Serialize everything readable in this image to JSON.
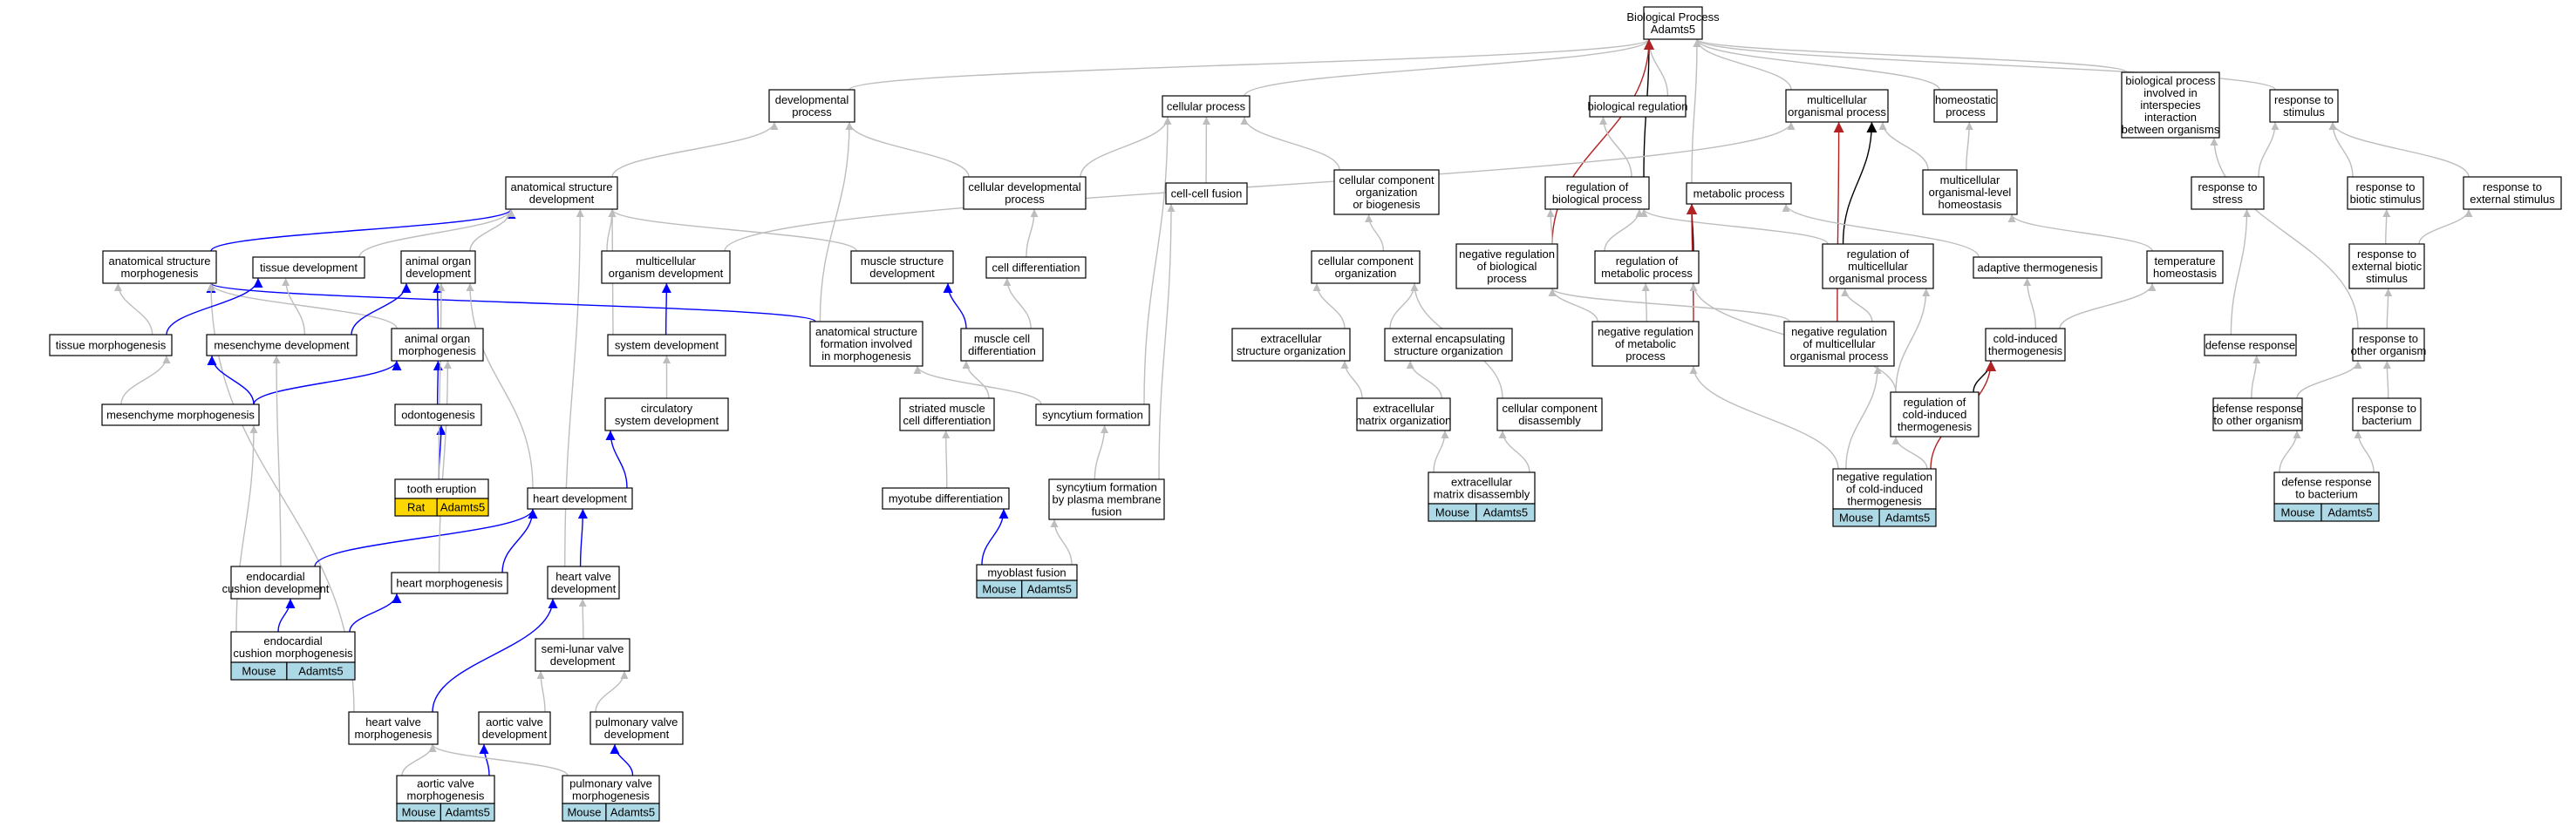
{
  "colors": {
    "gray": "#bdbdbd",
    "blue": "#0000ff",
    "black": "#000000",
    "red": "#b22222",
    "tag_mouse": "#add8e6",
    "tag_rat": "#ffd700"
  },
  "nodes": {
    "bp": {
      "lines": [
        "Biological Process",
        "Adamts5"
      ]
    },
    "devproc": {
      "lines": [
        "developmental",
        "process"
      ]
    },
    "cellproc": {
      "lines": [
        "cellular process"
      ]
    },
    "bioreg": {
      "lines": [
        "biological regulation"
      ]
    },
    "multproc": {
      "lines": [
        "multicellular",
        "organismal process"
      ]
    },
    "homeoproc": {
      "lines": [
        "homeostatic",
        "process"
      ]
    },
    "interspecies": {
      "lines": [
        "biological process",
        "involved in",
        "interspecies",
        "interaction",
        "between organisms"
      ]
    },
    "respstim": {
      "lines": [
        "response to",
        "stimulus"
      ]
    },
    "anatstruct": {
      "lines": [
        "anatomical structure",
        "development"
      ]
    },
    "celldevproc": {
      "lines": [
        "cellular developmental",
        "process"
      ]
    },
    "cellfusion": {
      "lines": [
        "cell-cell fusion"
      ]
    },
    "cco": {
      "lines": [
        "cellular component",
        "organization",
        "or biogenesis"
      ]
    },
    "regbio": {
      "lines": [
        "regulation of",
        "biological process"
      ]
    },
    "metproc": {
      "lines": [
        "metabolic process"
      ]
    },
    "multhomeo": {
      "lines": [
        "multicellular",
        "organismal-level",
        "homeostasis"
      ]
    },
    "respstress": {
      "lines": [
        "response to",
        "stress"
      ]
    },
    "respbio": {
      "lines": [
        "response to",
        "biotic stimulus"
      ]
    },
    "respext": {
      "lines": [
        "response to",
        "external stimulus"
      ]
    },
    "anatmorph": {
      "lines": [
        "anatomical structure",
        "morphogenesis"
      ]
    },
    "tissuedev": {
      "lines": [
        "tissue development"
      ]
    },
    "animalorgandev": {
      "lines": [
        "animal organ",
        "development"
      ]
    },
    "multorgdev": {
      "lines": [
        "multicellular",
        "organism development"
      ]
    },
    "musclestruct": {
      "lines": [
        "muscle structure",
        "development"
      ]
    },
    "celldiff": {
      "lines": [
        "cell differentiation"
      ]
    },
    "cco2": {
      "lines": [
        "cellular component",
        "organization"
      ]
    },
    "negregbio": {
      "lines": [
        "negative regulation",
        "of biological",
        "process"
      ]
    },
    "regmet": {
      "lines": [
        "regulation of",
        "metabolic process"
      ]
    },
    "regmult": {
      "lines": [
        "regulation of",
        "multicellular",
        "organismal process"
      ]
    },
    "adaptthermo": {
      "lines": [
        "adaptive thermogenesis"
      ]
    },
    "temphomeo": {
      "lines": [
        "temperature",
        "homeostasis"
      ]
    },
    "respextbio": {
      "lines": [
        "response to",
        "external biotic",
        "stimulus"
      ]
    },
    "tissuemorph": {
      "lines": [
        "tissue morphogenesis"
      ]
    },
    "mesdev": {
      "lines": [
        "mesenchyme development"
      ]
    },
    "animalorganmorph": {
      "lines": [
        "animal organ",
        "morphogenesis"
      ]
    },
    "sysdev": {
      "lines": [
        "system development"
      ]
    },
    "anatformation": {
      "lines": [
        "anatomical structure",
        "formation involved",
        "in morphogenesis"
      ]
    },
    "musclecelldiff": {
      "lines": [
        "muscle cell",
        "differentiation"
      ]
    },
    "extcellstruct": {
      "lines": [
        "extracellular",
        "structure organization"
      ]
    },
    "extencaps": {
      "lines": [
        "external encapsulating",
        "structure organization"
      ]
    },
    "negregmet": {
      "lines": [
        "negative regulation",
        "of metabolic",
        "process"
      ]
    },
    "negregmult": {
      "lines": [
        "negative regulation",
        "of multicellular",
        "organismal process"
      ]
    },
    "coldthermo": {
      "lines": [
        "cold-induced",
        "thermogenesis"
      ]
    },
    "defense": {
      "lines": [
        "defense response"
      ]
    },
    "respother": {
      "lines": [
        "response to",
        "other organism"
      ]
    },
    "mesmorph": {
      "lines": [
        "mesenchyme morphogenesis"
      ]
    },
    "odonto": {
      "lines": [
        "odontogenesis"
      ]
    },
    "circsys": {
      "lines": [
        "circulatory",
        "system development"
      ]
    },
    "striated": {
      "lines": [
        "striated muscle",
        "cell differentiation"
      ]
    },
    "syncytium": {
      "lines": [
        "syncytium formation"
      ]
    },
    "ecmorg": {
      "lines": [
        "extracellular",
        "matrix organization"
      ]
    },
    "ccdisassembly": {
      "lines": [
        "cellular component",
        "disassembly"
      ]
    },
    "regcoldthermo": {
      "lines": [
        "regulation of",
        "cold-induced",
        "thermogenesis"
      ]
    },
    "defother": {
      "lines": [
        "defense response",
        "to other organism"
      ]
    },
    "respbact": {
      "lines": [
        "response to",
        "bacterium"
      ]
    },
    "tootherupt": {
      "lines": [
        "tooth eruption"
      ]
    },
    "heartdev": {
      "lines": [
        "heart development"
      ]
    },
    "myotube": {
      "lines": [
        "myotube differentiation"
      ]
    },
    "syncytiumplasma": {
      "lines": [
        "syncytium formation",
        "by plasma membrane",
        "fusion"
      ]
    },
    "ecmdisassembly": {
      "lines": [
        "extracellular",
        "matrix disassembly"
      ]
    },
    "negregcold": {
      "lines": [
        "negative regulation",
        "of cold-induced",
        "thermogenesis"
      ]
    },
    "defbact": {
      "lines": [
        "defense response",
        "to bacterium"
      ]
    },
    "endocushiondev": {
      "lines": [
        "endocardial",
        "cushion development"
      ]
    },
    "heartmorph": {
      "lines": [
        "heart morphogenesis"
      ]
    },
    "heartvalvedev": {
      "lines": [
        "heart valve",
        "development"
      ]
    },
    "myoblast": {
      "lines": [
        "myoblast fusion"
      ]
    },
    "endocushionmorph": {
      "lines": [
        "endocardial",
        "cushion morphogenesis"
      ]
    },
    "semilunar": {
      "lines": [
        "semi-lunar valve",
        "development"
      ]
    },
    "heartvalvemorph": {
      "lines": [
        "heart valve",
        "morphogenesis"
      ]
    },
    "aorticdev": {
      "lines": [
        "aortic valve",
        "development"
      ]
    },
    "pulmdev": {
      "lines": [
        "pulmonary valve",
        "development"
      ]
    },
    "aorticmorph": {
      "lines": [
        "aortic valve",
        "morphogenesis"
      ]
    },
    "pulmmorph": {
      "lines": [
        "pulmonary valve",
        "morphogenesis"
      ]
    }
  },
  "annotations": {
    "tootherupt": {
      "species": "Rat",
      "gene": "Adamts5",
      "color": "rat"
    },
    "myoblast": {
      "species": "Mouse",
      "gene": "Adamts5",
      "color": "mouse"
    },
    "ecmdisassembly": {
      "species": "Mouse",
      "gene": "Adamts5",
      "color": "mouse"
    },
    "negregcold": {
      "species": "Mouse",
      "gene": "Adamts5",
      "color": "mouse"
    },
    "defbact": {
      "species": "Mouse",
      "gene": "Adamts5",
      "color": "mouse"
    },
    "endocushionmorph": {
      "species": "Mouse",
      "gene": "Adamts5",
      "color": "mouse"
    },
    "aorticmorph": {
      "species": "Mouse",
      "gene": "Adamts5",
      "color": "mouse"
    },
    "pulmmorph": {
      "species": "Mouse",
      "gene": "Adamts5",
      "color": "mouse"
    }
  },
  "edges": [
    {
      "from": "devproc",
      "to": "bp",
      "color": "gray"
    },
    {
      "from": "cellproc",
      "to": "bp",
      "color": "gray"
    },
    {
      "from": "bioreg",
      "to": "bp",
      "color": "gray"
    },
    {
      "from": "multproc",
      "to": "bp",
      "color": "gray"
    },
    {
      "from": "homeoproc",
      "to": "bp",
      "color": "gray"
    },
    {
      "from": "interspecies",
      "to": "bp",
      "color": "gray"
    },
    {
      "from": "respstim",
      "to": "bp",
      "color": "gray"
    },
    {
      "from": "metproc",
      "to": "bp",
      "color": "gray"
    },
    {
      "from": "regbio",
      "to": "bp",
      "color": "black"
    },
    {
      "from": "negregbio",
      "to": "bp",
      "color": "red"
    },
    {
      "from": "anatstruct",
      "to": "devproc",
      "color": "gray"
    },
    {
      "from": "celldevproc",
      "to": "devproc",
      "color": "gray"
    },
    {
      "from": "anatformation",
      "to": "devproc",
      "color": "gray"
    },
    {
      "from": "celldevproc",
      "to": "cellproc",
      "color": "gray"
    },
    {
      "from": "cellfusion",
      "to": "cellproc",
      "color": "gray"
    },
    {
      "from": "cco",
      "to": "cellproc",
      "color": "gray"
    },
    {
      "from": "syncytium",
      "to": "cellproc",
      "color": "gray"
    },
    {
      "from": "regbio",
      "to": "bioreg",
      "color": "gray"
    },
    {
      "from": "multorgdev",
      "to": "multproc",
      "color": "gray"
    },
    {
      "from": "multhomeo",
      "to": "multproc",
      "color": "gray"
    },
    {
      "from": "regmult",
      "to": "multproc",
      "color": "black"
    },
    {
      "from": "negregmult",
      "to": "multproc",
      "color": "red"
    },
    {
      "from": "multhomeo",
      "to": "homeoproc",
      "color": "gray"
    },
    {
      "from": "respstress",
      "to": "respstim",
      "color": "gray"
    },
    {
      "from": "respbio",
      "to": "respstim",
      "color": "gray"
    },
    {
      "from": "respext",
      "to": "respstim",
      "color": "gray"
    },
    {
      "from": "anatmorph",
      "to": "anatstruct",
      "color": "blue"
    },
    {
      "from": "tissuedev",
      "to": "anatstruct",
      "color": "gray"
    },
    {
      "from": "animalorgandev",
      "to": "anatstruct",
      "color": "gray"
    },
    {
      "from": "multorgdev",
      "to": "anatstruct",
      "color": "gray"
    },
    {
      "from": "musclestruct",
      "to": "anatstruct",
      "color": "gray"
    },
    {
      "from": "sysdev",
      "to": "anatstruct",
      "color": "gray"
    },
    {
      "from": "heartvalvedev",
      "to": "anatstruct",
      "color": "gray"
    },
    {
      "from": "celldiff",
      "to": "celldevproc",
      "color": "gray"
    },
    {
      "from": "syncytiumplasma",
      "to": "cellfusion",
      "color": "gray"
    },
    {
      "from": "cco2",
      "to": "cco",
      "color": "gray"
    },
    {
      "from": "negregbio",
      "to": "regbio",
      "color": "gray"
    },
    {
      "from": "regmet",
      "to": "regbio",
      "color": "gray"
    },
    {
      "from": "regmult",
      "to": "regbio",
      "color": "gray"
    },
    {
      "from": "regmet",
      "to": "metproc",
      "color": "black"
    },
    {
      "from": "negregmet",
      "to": "metproc",
      "color": "red"
    },
    {
      "from": "adaptthermo",
      "to": "metproc",
      "color": "gray"
    },
    {
      "from": "temphomeo",
      "to": "multhomeo",
      "color": "gray"
    },
    {
      "from": "defense",
      "to": "respstress",
      "color": "gray"
    },
    {
      "from": "respextbio",
      "to": "respbio",
      "color": "gray"
    },
    {
      "from": "respextbio",
      "to": "respext",
      "color": "gray"
    },
    {
      "from": "tissuemorph",
      "to": "anatmorph",
      "color": "gray"
    },
    {
      "from": "animalorganmorph",
      "to": "anatmorph",
      "color": "gray"
    },
    {
      "from": "anatformation",
      "to": "anatmorph",
      "color": "blue"
    },
    {
      "from": "heartvalvemorph",
      "to": "anatmorph",
      "color": "gray"
    },
    {
      "from": "tissuemorph",
      "to": "tissuedev",
      "color": "blue"
    },
    {
      "from": "mesdev",
      "to": "tissuedev",
      "color": "gray"
    },
    {
      "from": "mesdev",
      "to": "animalorgandev",
      "color": "blue"
    },
    {
      "from": "animalorganmorph",
      "to": "animalorgandev",
      "color": "blue"
    },
    {
      "from": "heartdev",
      "to": "animalorgandev",
      "color": "gray"
    },
    {
      "from": "sysdev",
      "to": "multorgdev",
      "color": "blue"
    },
    {
      "from": "musclecelldiff",
      "to": "musclestruct",
      "color": "blue"
    },
    {
      "from": "musclecelldiff",
      "to": "celldiff",
      "color": "gray"
    },
    {
      "from": "extcellstruct",
      "to": "cco2",
      "color": "gray"
    },
    {
      "from": "extencaps",
      "to": "cco2",
      "color": "gray"
    },
    {
      "from": "ccdisassembly",
      "to": "cco2",
      "color": "gray"
    },
    {
      "from": "negregmet",
      "to": "regmet",
      "color": "gray"
    },
    {
      "from": "negregmet",
      "to": "negregbio",
      "color": "gray"
    },
    {
      "from": "negregmult",
      "to": "regmult",
      "color": "gray"
    },
    {
      "from": "negregmult",
      "to": "negregbio",
      "color": "gray"
    },
    {
      "from": "regcoldthermo",
      "to": "regmult",
      "color": "gray"
    },
    {
      "from": "regcoldthermo",
      "to": "regmet",
      "color": "gray"
    },
    {
      "from": "coldthermo",
      "to": "adaptthermo",
      "color": "gray"
    },
    {
      "from": "coldthermo",
      "to": "temphomeo",
      "color": "gray"
    },
    {
      "from": "respother",
      "to": "respextbio",
      "color": "gray"
    },
    {
      "from": "respother",
      "to": "interspecies",
      "color": "gray"
    },
    {
      "from": "mesmorph",
      "to": "tissuemorph",
      "color": "gray"
    },
    {
      "from": "mesmorph",
      "to": "mesdev",
      "color": "blue"
    },
    {
      "from": "mesmorph",
      "to": "animalorganmorph",
      "color": "blue"
    },
    {
      "from": "odonto",
      "to": "animalorganmorph",
      "color": "blue"
    },
    {
      "from": "circsys",
      "to": "sysdev",
      "color": "gray"
    },
    {
      "from": "striated",
      "to": "musclecelldiff",
      "color": "gray"
    },
    {
      "from": "syncytium",
      "to": "anatformation",
      "color": "gray"
    },
    {
      "from": "ecmorg",
      "to": "extcellstruct",
      "color": "gray"
    },
    {
      "from": "ecmorg",
      "to": "extencaps",
      "color": "gray"
    },
    {
      "from": "regcoldthermo",
      "to": "coldthermo",
      "color": "black"
    },
    {
      "from": "defother",
      "to": "defense",
      "color": "gray"
    },
    {
      "from": "defother",
      "to": "respother",
      "color": "gray"
    },
    {
      "from": "respbact",
      "to": "respother",
      "color": "gray"
    },
    {
      "from": "tootherupt",
      "to": "odonto",
      "color": "blue"
    },
    {
      "from": "tootherupt",
      "to": "animalorgandev",
      "color": "gray"
    },
    {
      "from": "heartdev",
      "to": "circsys",
      "color": "blue"
    },
    {
      "from": "myotube",
      "to": "striated",
      "color": "gray"
    },
    {
      "from": "syncytiumplasma",
      "to": "syncytium",
      "color": "gray"
    },
    {
      "from": "ecmdisassembly",
      "to": "ecmorg",
      "color": "gray"
    },
    {
      "from": "ecmdisassembly",
      "to": "ccdisassembly",
      "color": "gray"
    },
    {
      "from": "negregcold",
      "to": "regcoldthermo",
      "color": "gray"
    },
    {
      "from": "negregcold",
      "to": "coldthermo",
      "color": "red"
    },
    {
      "from": "negregcold",
      "to": "negregmet",
      "color": "gray"
    },
    {
      "from": "negregcold",
      "to": "negregmult",
      "color": "gray"
    },
    {
      "from": "defbact",
      "to": "defother",
      "color": "gray"
    },
    {
      "from": "defbact",
      "to": "respbact",
      "color": "gray"
    },
    {
      "from": "endocushiondev",
      "to": "heartdev",
      "color": "blue"
    },
    {
      "from": "endocushiondev",
      "to": "mesdev",
      "color": "gray"
    },
    {
      "from": "heartmorph",
      "to": "heartdev",
      "color": "blue"
    },
    {
      "from": "heartmorph",
      "to": "animalorganmorph",
      "color": "gray"
    },
    {
      "from": "heartvalvedev",
      "to": "heartdev",
      "color": "blue"
    },
    {
      "from": "myoblast",
      "to": "myotube",
      "color": "blue"
    },
    {
      "from": "myoblast",
      "to": "syncytiumplasma",
      "color": "gray"
    },
    {
      "from": "endocushionmorph",
      "to": "endocushiondev",
      "color": "blue"
    },
    {
      "from": "endocushionmorph",
      "to": "heartmorph",
      "color": "blue"
    },
    {
      "from": "endocushionmorph",
      "to": "mesmorph",
      "color": "gray"
    },
    {
      "from": "semilunar",
      "to": "heartvalvedev",
      "color": "gray"
    },
    {
      "from": "heartvalvemorph",
      "to": "heartvalvedev",
      "color": "blue"
    },
    {
      "from": "aorticdev",
      "to": "semilunar",
      "color": "gray"
    },
    {
      "from": "pulmdev",
      "to": "semilunar",
      "color": "gray"
    },
    {
      "from": "aorticmorph",
      "to": "aorticdev",
      "color": "blue"
    },
    {
      "from": "aorticmorph",
      "to": "heartvalvemorph",
      "color": "gray"
    },
    {
      "from": "pulmmorph",
      "to": "pulmdev",
      "color": "blue"
    },
    {
      "from": "pulmmorph",
      "to": "heartvalvemorph",
      "color": "gray"
    }
  ]
}
